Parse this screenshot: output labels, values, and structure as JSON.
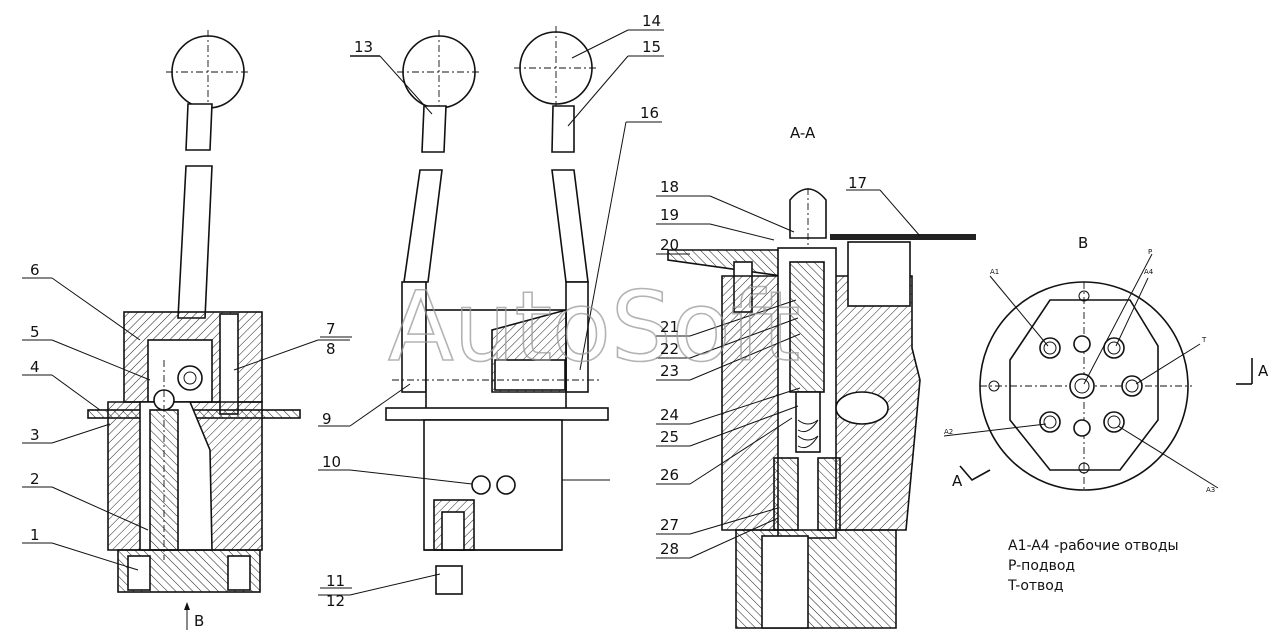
{
  "watermark": "AutoSoft",
  "section_title": "A-A",
  "view_b_title": "B",
  "view_b_arrow": "B",
  "section_arrow_right": "A",
  "section_arrow_left": "A",
  "callouts": [
    "1",
    "2",
    "3",
    "4",
    "5",
    "6",
    "7",
    "8",
    "9",
    "10",
    "11",
    "12",
    "13",
    "14",
    "15",
    "16",
    "17",
    "18",
    "19",
    "20",
    "21",
    "22",
    "23",
    "24",
    "25",
    "26",
    "27",
    "28"
  ],
  "port_labels": {
    "a1": "A1",
    "a2": "A2",
    "a3": "A3",
    "a4": "A4",
    "p": "P",
    "t": "T"
  },
  "legend": {
    "line1": "A1-A4 -рабочие отводы",
    "line2": "P-подвод",
    "line3": "T-отвод"
  }
}
